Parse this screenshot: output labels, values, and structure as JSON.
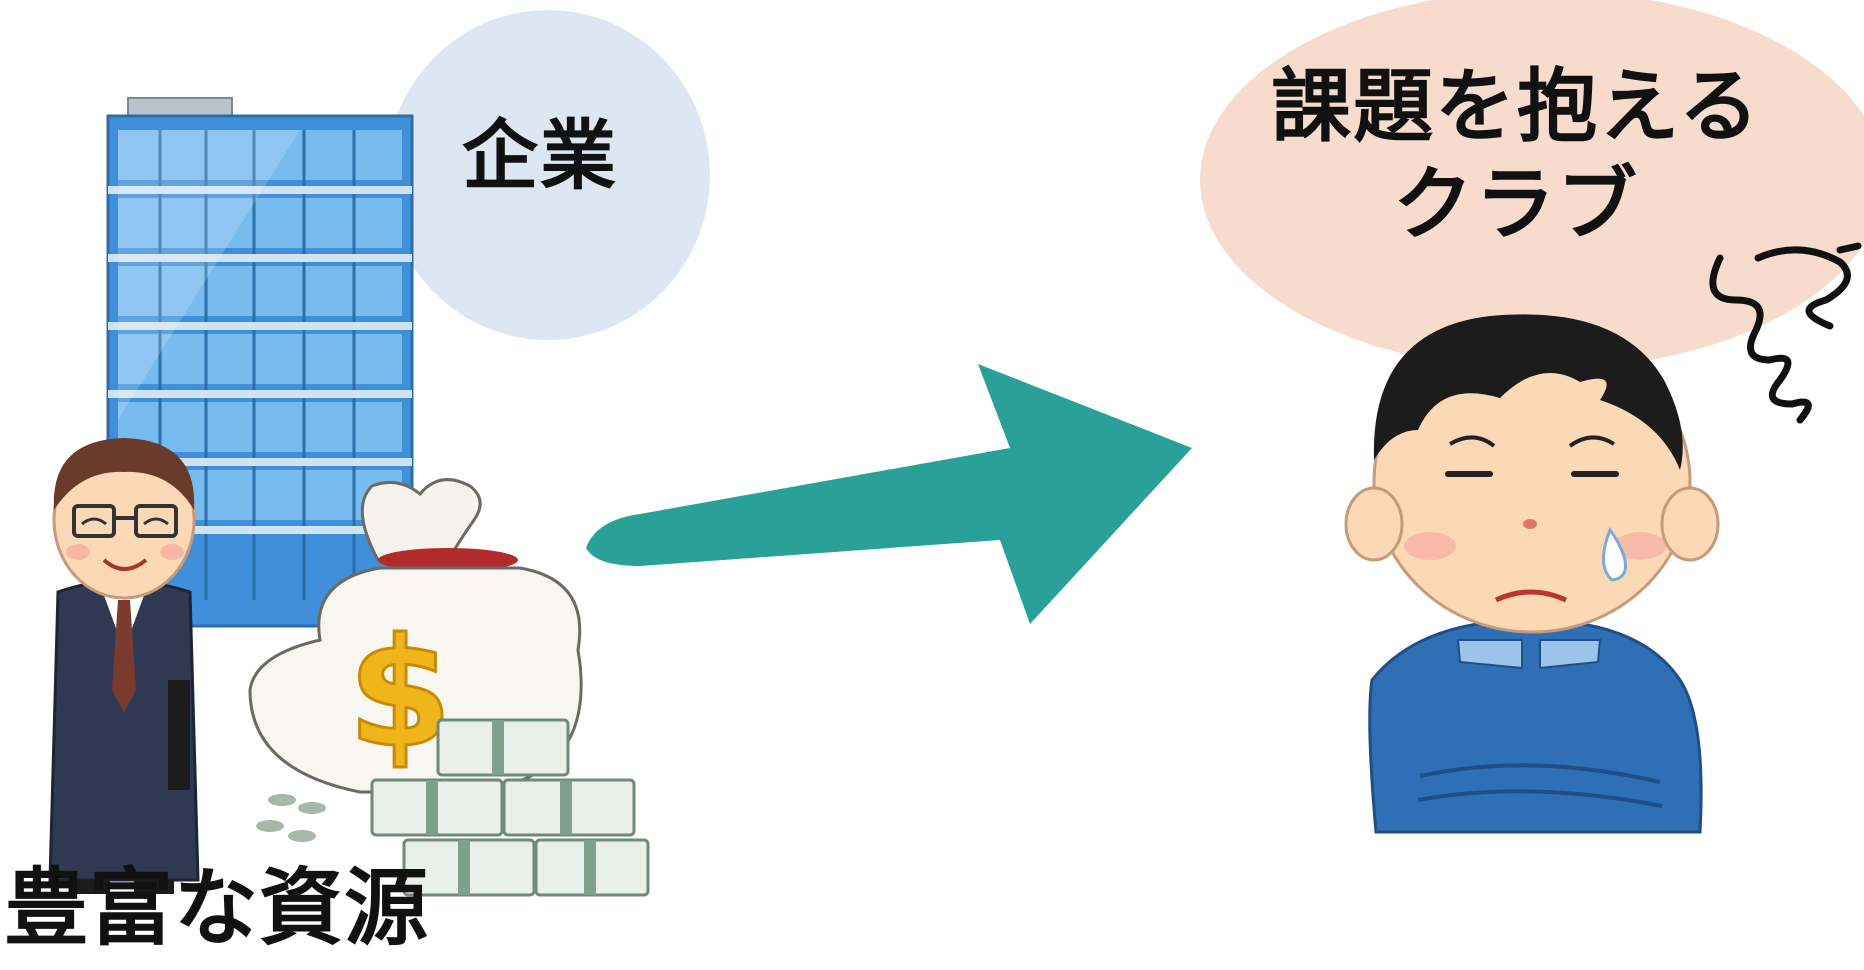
{
  "company": {
    "label": "企業"
  },
  "club": {
    "label_line1": "課題を抱える",
    "label_line2": "クラブ"
  },
  "resources": {
    "label": "豊富な資源"
  },
  "colors": {
    "company_bubble": "#dde7f4",
    "club_bubble": "#f7dccd",
    "arrow": "#2aa198",
    "building": "#3a8fd8",
    "sweater": "#2f6fb5",
    "coin": "#f1b51c"
  },
  "icons": {
    "building": "office-building-icon",
    "businessman": "businessman-icon",
    "money_bag": "money-bag-icon",
    "cash": "cash-stack-icon",
    "worried_person": "worried-person-icon",
    "arrow": "arrow-right-icon"
  }
}
